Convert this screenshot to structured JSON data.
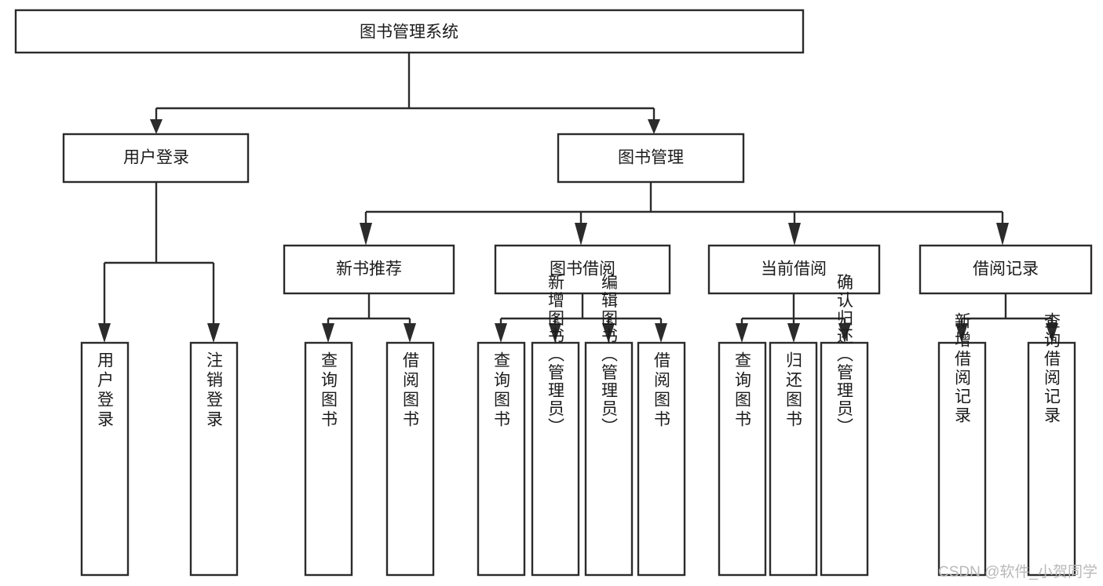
{
  "diagram": {
    "title": "图书管理系统",
    "orientation": "top-down-tree",
    "levels": [
      {
        "level": 1,
        "nodes": [
          {
            "id": "root",
            "label": "图书管理系统",
            "orientation": "horizontal"
          }
        ]
      },
      {
        "level": 2,
        "nodes": [
          {
            "id": "login",
            "label": "用户登录",
            "orientation": "horizontal",
            "parent": "root"
          },
          {
            "id": "bookmgmt",
            "label": "图书管理",
            "orientation": "horizontal",
            "parent": "root"
          }
        ]
      },
      {
        "level": 3,
        "nodes": [
          {
            "id": "newbook",
            "label": "新书推荐",
            "orientation": "horizontal",
            "parent": "bookmgmt"
          },
          {
            "id": "borrow",
            "label": "图书借阅",
            "orientation": "horizontal",
            "parent": "bookmgmt"
          },
          {
            "id": "current",
            "label": "当前借阅",
            "orientation": "horizontal",
            "parent": "bookmgmt"
          },
          {
            "id": "records",
            "label": "借阅记录",
            "orientation": "horizontal",
            "parent": "bookmgmt"
          }
        ]
      },
      {
        "level": 4,
        "nodes": [
          {
            "id": "leaf-user-login",
            "label": "用户登录",
            "orientation": "vertical",
            "parent": "login"
          },
          {
            "id": "leaf-logout",
            "label": "注销登录",
            "orientation": "vertical",
            "parent": "login"
          },
          {
            "id": "leaf-query-book-1",
            "label": "查询图书",
            "orientation": "vertical",
            "parent": "newbook"
          },
          {
            "id": "leaf-borrow-book-1",
            "label": "借阅图书",
            "orientation": "vertical",
            "parent": "newbook"
          },
          {
            "id": "leaf-query-book-2",
            "label": "查询图书",
            "orientation": "vertical",
            "parent": "borrow"
          },
          {
            "id": "leaf-add-book",
            "label": "新增图书（管理员）",
            "orientation": "vertical",
            "parent": "borrow"
          },
          {
            "id": "leaf-edit-book",
            "label": "编辑图书（管理员）",
            "orientation": "vertical",
            "parent": "borrow"
          },
          {
            "id": "leaf-borrow-book-2",
            "label": "借阅图书",
            "orientation": "vertical",
            "parent": "borrow"
          },
          {
            "id": "leaf-query-book-3",
            "label": "查询图书",
            "orientation": "vertical",
            "parent": "current"
          },
          {
            "id": "leaf-return-book",
            "label": "归还图书",
            "orientation": "vertical",
            "parent": "current"
          },
          {
            "id": "leaf-confirm-return",
            "label": "确认归还（管理员）",
            "orientation": "vertical",
            "parent": "current"
          },
          {
            "id": "leaf-add-record",
            "label": "新增借阅记录",
            "orientation": "vertical",
            "parent": "records"
          },
          {
            "id": "leaf-query-record",
            "label": "查询借阅记录",
            "orientation": "vertical",
            "parent": "records"
          }
        ]
      }
    ],
    "colors": {
      "box_stroke": "#2b2b2b",
      "box_fill": "#ffffff",
      "connector": "#2b2b2b",
      "label_text": "#1b1b1b",
      "watermark": "#b9b9b9",
      "background": "#ffffff"
    }
  },
  "watermark": {
    "text": "CSDN @软件_小贺同学"
  }
}
